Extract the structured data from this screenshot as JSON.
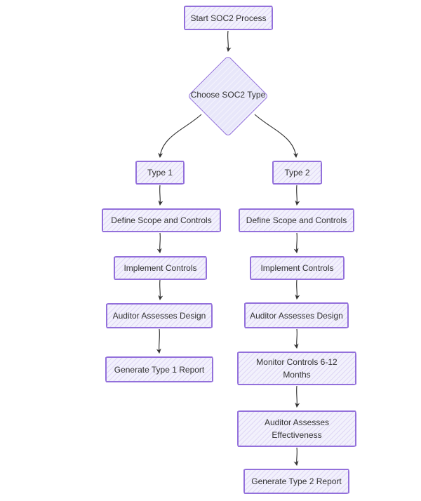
{
  "diagram": {
    "type": "flowchart",
    "colors": {
      "background": "#ffffff",
      "node_fill": "#f2f1fc",
      "node_hatch": "#d9d7f3",
      "node_border": "#9370DB",
      "decision_fill": "#e8e7fa",
      "edge": "#333333",
      "text": "#333333"
    },
    "nodes": {
      "start": {
        "label": "Start SOC2 Process",
        "shape": "rect"
      },
      "choose": {
        "label": "Choose SOC2 Type",
        "shape": "diamond"
      },
      "type1": {
        "label": "Type 1",
        "shape": "rect"
      },
      "type2": {
        "label": "Type 2",
        "shape": "rect"
      },
      "l_define": {
        "label": "Define Scope and Controls",
        "shape": "rect"
      },
      "l_implement": {
        "label": "Implement Controls",
        "shape": "rect"
      },
      "l_auditor": {
        "label": "Auditor Assesses Design",
        "shape": "rect"
      },
      "l_generate": {
        "label": "Generate Type 1 Report",
        "shape": "rect"
      },
      "r_define": {
        "label": "Define Scope and Controls",
        "shape": "rect"
      },
      "r_implement": {
        "label": "Implement Controls",
        "shape": "rect"
      },
      "r_auditor": {
        "label": "Auditor Assesses Design",
        "shape": "rect"
      },
      "r_monitor": {
        "label": "Monitor Controls 6-12 Months",
        "shape": "rect"
      },
      "r_effect": {
        "label": "Auditor Assesses Effectiveness",
        "shape": "rect"
      },
      "r_generate": {
        "label": "Generate Type 2 Report",
        "shape": "rect"
      }
    },
    "edges": [
      {
        "from": "start",
        "to": "choose"
      },
      {
        "from": "choose",
        "to": "type1"
      },
      {
        "from": "choose",
        "to": "type2"
      },
      {
        "from": "type1",
        "to": "l_define"
      },
      {
        "from": "l_define",
        "to": "l_implement"
      },
      {
        "from": "l_implement",
        "to": "l_auditor"
      },
      {
        "from": "l_auditor",
        "to": "l_generate"
      },
      {
        "from": "type2",
        "to": "r_define"
      },
      {
        "from": "r_define",
        "to": "r_implement"
      },
      {
        "from": "r_implement",
        "to": "r_auditor"
      },
      {
        "from": "r_auditor",
        "to": "r_monitor"
      },
      {
        "from": "r_monitor",
        "to": "r_effect"
      },
      {
        "from": "r_effect",
        "to": "r_generate"
      }
    ]
  }
}
